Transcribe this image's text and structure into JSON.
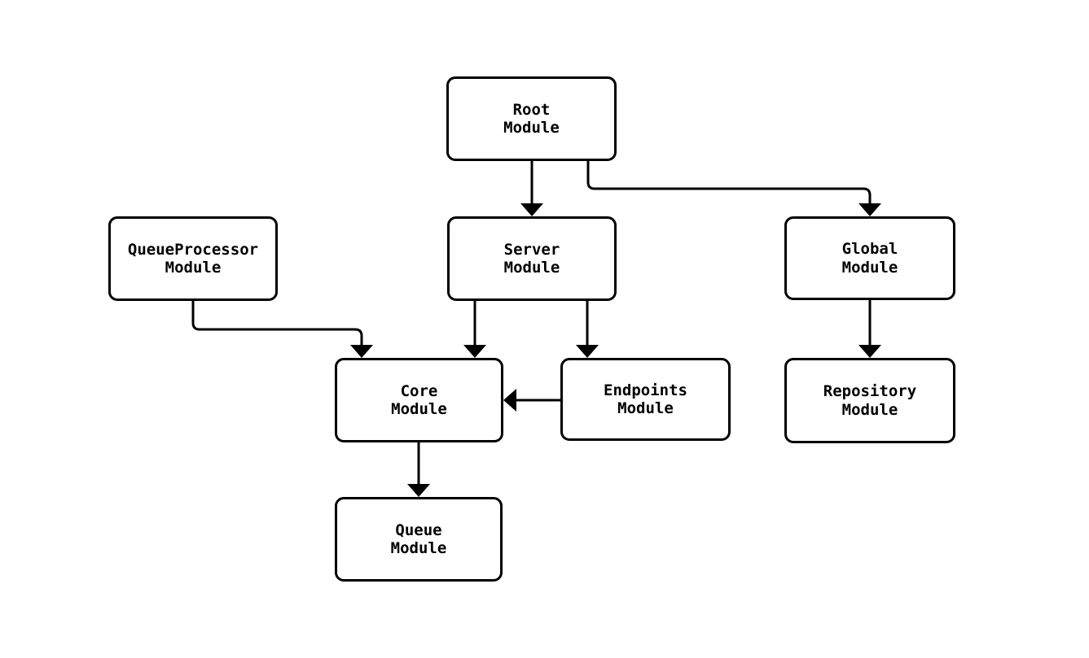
{
  "diagram": {
    "type": "module-dependency-graph",
    "background_color": "#ffffff",
    "node_fill_color": "#ffffff",
    "stroke_color": "#000000",
    "nodes": [
      {
        "id": "root",
        "label": "Root\nModule"
      },
      {
        "id": "queueprocessor",
        "label": "QueueProcessor\nModule"
      },
      {
        "id": "server",
        "label": "Server\nModule"
      },
      {
        "id": "global",
        "label": "Global\nModule"
      },
      {
        "id": "core",
        "label": "Core\nModule"
      },
      {
        "id": "endpoints",
        "label": "Endpoints\nModule"
      },
      {
        "id": "repository",
        "label": "Repository\nModule"
      },
      {
        "id": "queue",
        "label": "Queue\nModule"
      }
    ],
    "edges": [
      {
        "from": "root",
        "to": "server"
      },
      {
        "from": "root",
        "to": "global"
      },
      {
        "from": "queueprocessor",
        "to": "core"
      },
      {
        "from": "server",
        "to": "core"
      },
      {
        "from": "server",
        "to": "endpoints"
      },
      {
        "from": "endpoints",
        "to": "core"
      },
      {
        "from": "global",
        "to": "repository"
      },
      {
        "from": "core",
        "to": "queue"
      }
    ]
  }
}
